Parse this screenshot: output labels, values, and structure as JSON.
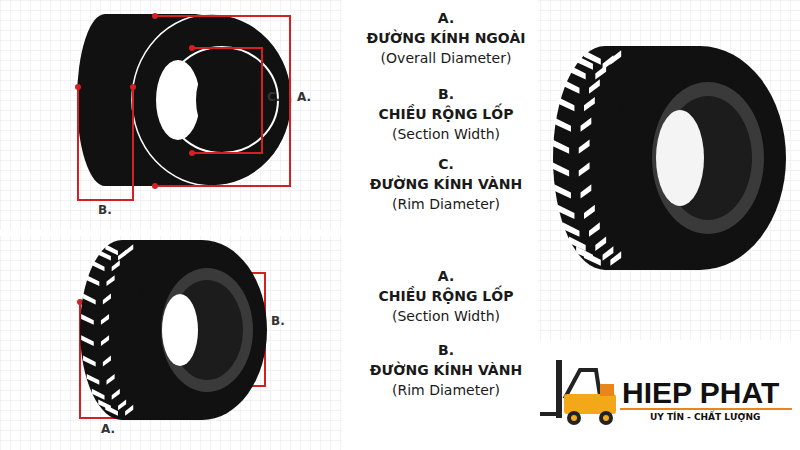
{
  "diagram": {
    "nodes": [
      {
        "text": [
          "A.",
          "ĐƯỜNG KÍNH NGOÀI",
          "(Overall Diameter)"
        ]
      },
      {
        "text": [
          "B.",
          "CHIỀU RỘNG LỐP",
          "(Section Width)"
        ]
      },
      {
        "text": [
          "C.",
          "ĐƯỜNG KÍNH VÀNH",
          "(Rim Diameter)"
        ]
      },
      {
        "text": [
          "A.",
          "CHIỀU RỘNG LỐP",
          "(Section Width)"
        ]
      },
      {
        "text": [
          "B.",
          "ĐƯỜNG KÍNH VÀNH",
          "(Rim Diameter)"
        ]
      }
    ],
    "labels": [
      "C.",
      "A.",
      "B.",
      "B.",
      "A.",
      "HIEP PHAT",
      "UY TÍN - CHẤT LƯỢNG"
    ]
  }
}
